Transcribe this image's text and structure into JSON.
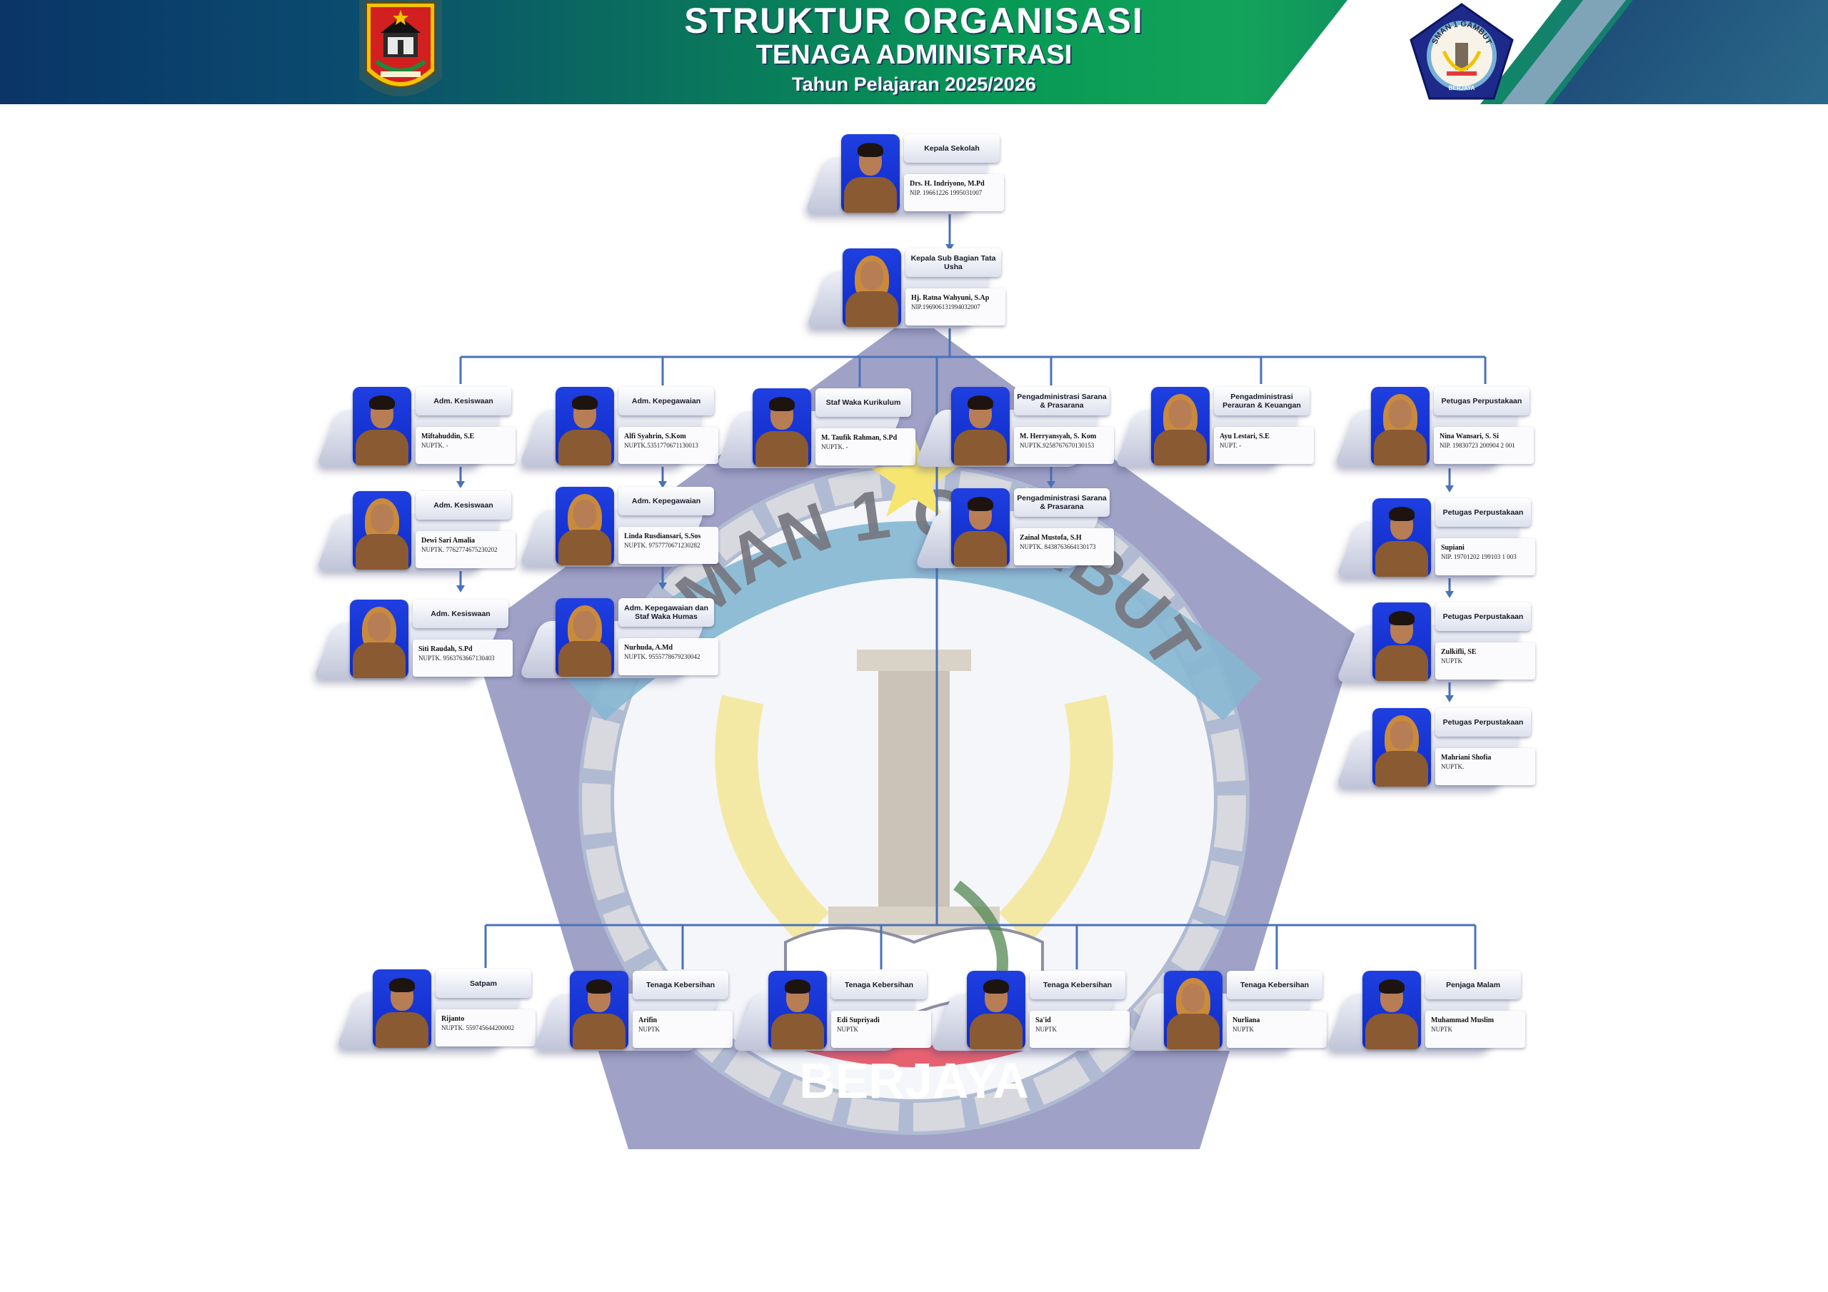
{
  "header": {
    "title": "STRUKTUR ORGANISASI",
    "subtitle": "TENAGA ADMINISTRASI",
    "year": "Tahun Pelajaran 2025/2026",
    "right_logo_text": "SMAN 1 GAMBUT",
    "right_logo_motto": "BERJAYA"
  },
  "watermark": {
    "school": "SMAN 1 GAMBUT",
    "motto": "BERJAYA"
  },
  "colors": {
    "connector": "#4a72b8",
    "watermark_pentagon": "#9a9cc4",
    "photo_bg": "#1530d8"
  },
  "cards": {
    "kepala": {
      "title": "Kepala Sekolah",
      "name": "Drs. H. Indriyono, M.Pd",
      "id": "NIP. 19661226 1995031007"
    },
    "kasubag": {
      "title": "Kepala Sub Bagian Tata Usha",
      "name": "Hj. Ratna Wahyuni, S.Ap",
      "id": "NIP.196906131994032007"
    },
    "kes1": {
      "title": "Adm. Kesiswaan",
      "name": "Miftahuddin, S.E",
      "id": "NUPTK. -"
    },
    "kes2": {
      "title": "Adm. Kesiswaan",
      "name": "Dewi Sari Amalia",
      "id": "NUPTK. 7762774675230202"
    },
    "kes3": {
      "title": "Adm. Kesiswaan",
      "name": "Siti Raudah, S.Pd",
      "id": "NUPTK. 9563763667130403"
    },
    "kep1": {
      "title": "Adm. Kepegawaian",
      "name": "Alfi Syahrin, S.Kom",
      "id": "NUPTK.5351770671130013"
    },
    "kep2": {
      "title": "Adm. Kepegawaian",
      "name": "Linda Rusdiansari, S.Sos",
      "id": "NUPTK. 9757770671230282"
    },
    "kep3": {
      "title": "Adm. Kepegawaian dan Staf Waka Humas",
      "name": "Nurhuda, A.Md",
      "id": "NUPTK. 9555778679230042"
    },
    "kur": {
      "title": "Staf Waka Kurikulum",
      "name": "M. Taufik Rahman, S.Pd",
      "id": "NUPTK. -"
    },
    "sar1": {
      "title": "Pengadministrasi Sarana & Prasarana",
      "name": "M. Herryansyah, S. Kom",
      "id": "NUPTK.9258767670130153"
    },
    "sar2": {
      "title": "Pengadministrasi Sarana & Prasarana",
      "name": "Zainal Mustofa, S.H",
      "id": "NUPTK. 8438763664130173"
    },
    "keu": {
      "title": "Pengadministrasi Perauran & Keuangan",
      "name": "Ayu Lestari, S.E",
      "id": "NUPT. -"
    },
    "per1": {
      "title": "Petugas Perpustakaan",
      "name": "Nina Wansari, S. Si",
      "id": "NIP. 19830723 200904 2 001"
    },
    "per2": {
      "title": "Petugas Perpustakaan",
      "name": "Supiani",
      "id": "NIP. 19701202 199103 1 003"
    },
    "per3": {
      "title": "Petugas Perpustakaan",
      "name": "Zulkifli, SE",
      "id": "NUPTK"
    },
    "per4": {
      "title": "Petugas Perpustakaan",
      "name": "Mahriani Shofia",
      "id": "NUPTK."
    },
    "satpam": {
      "title": "Satpam",
      "name": "Rijanto",
      "id": "NUPTK. 559745644200002"
    },
    "keb1": {
      "title": "Tenaga Kebersihan",
      "name": "Arifin",
      "id": "NUPTK"
    },
    "keb2": {
      "title": "Tenaga Kebersihan",
      "name": "Edi Supriyadi",
      "id": "NUPTK"
    },
    "keb3": {
      "title": "Tenaga Kebersihan",
      "name": "Sa'id",
      "id": "NUPTK"
    },
    "keb4": {
      "title": "Tenaga Kebersihan",
      "name": "Nurliana",
      "id": "NUPTK"
    },
    "malam": {
      "title": "Penjaga Malam",
      "name": "Muhammad Muslim",
      "id": "NUPTK"
    }
  }
}
